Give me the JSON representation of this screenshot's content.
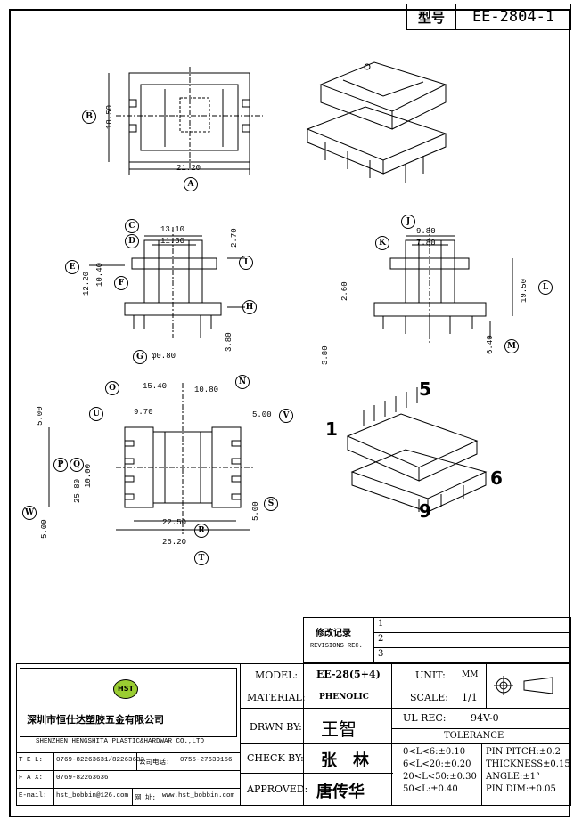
{
  "header": {
    "type_label": "型号",
    "part_number": "EE-2804-1"
  },
  "views": {
    "top": {
      "label_A": "A",
      "label_B": "B",
      "dim_A": "21.20",
      "dim_B": "18.50"
    },
    "front": {
      "labels": [
        "C",
        "D",
        "E",
        "F",
        "G",
        "H",
        "I"
      ],
      "dim_C": "13.10",
      "dim_D": "11.30",
      "dim_I": "2.70",
      "dim_E": "12.20",
      "dim_F": "10.40",
      "dim_H": "3.80",
      "dim_G": "φ0.80"
    },
    "side": {
      "labels": [
        "J",
        "K",
        "L",
        "M"
      ],
      "dim_J": "9.80",
      "dim_K": "7.80",
      "dim_L": "19.50",
      "dim_mid": "2.60",
      "dim_left": "3.80",
      "dim_M": "6.40"
    },
    "bottom": {
      "labels": [
        "N",
        "O",
        "P",
        "Q",
        "R",
        "S",
        "T",
        "U",
        "V",
        "W"
      ],
      "dim_O": "15.40",
      "dim_N": "10.80",
      "dim_top_v": "5.00",
      "dim_U": "9.70",
      "dim_V": "5.00",
      "dim_P": "25.80",
      "dim_Q": "10.00",
      "dim_R": "22.50",
      "dim_T": "26.20",
      "dim_S": "5.00",
      "dim_W": "5.00"
    },
    "iso_pins": {
      "pin1": "1",
      "pin5": "5",
      "pin6": "6",
      "pin9": "9"
    }
  },
  "revision": {
    "title": "修改记录",
    "subtitle": "REVISIONS REC.",
    "marks": [
      "1",
      "2",
      "3"
    ]
  },
  "company": {
    "logo": "HST",
    "name_cn": "深圳市恒仕达塑胶五金有限公司",
    "name_en": "SHENZHEN HENGSHITA PLASTIC&HARDWAR CO.,LTD",
    "tel_label": "T E L:",
    "tel": "0769-82263631/82263632",
    "phone_label": "公司电话:",
    "phone": "0755-27639156",
    "fax_label": "F A X:",
    "fax": "0769-82263636",
    "email_label": "E-mail:",
    "email": "hst_bobbin@126.com",
    "web_label": "网 址:",
    "web": "www.hst_bobbin.com"
  },
  "title_block": {
    "model_label": "MODEL:",
    "model": "EE-28(5+4)",
    "material_label": "MATERIAL:",
    "material": "PHENOLIC",
    "drawn_label": "DRWN BY:",
    "drawn": "王智",
    "check_label": "CHECK BY:",
    "check": "张　林",
    "approved_label": "APPROVED:",
    "approved": "唐传华",
    "unit_label": "UNIT:",
    "unit": "MM",
    "scale_label": "SCALE:",
    "scale": "1/1",
    "ul_label": "UL REC:",
    "ul": "94V-0",
    "tolerance_label": "TOLERANCE",
    "tol": [
      "0<L<6:±0.10",
      "6<L<20:±0.20",
      "20<L<50:±0.30",
      "50<L:±0.40"
    ],
    "tol2": [
      "PIN PITCH:±0.2",
      "THICKNESS±0.15",
      "ANGLE:±1°",
      "PIN DIM:±0.05"
    ]
  }
}
